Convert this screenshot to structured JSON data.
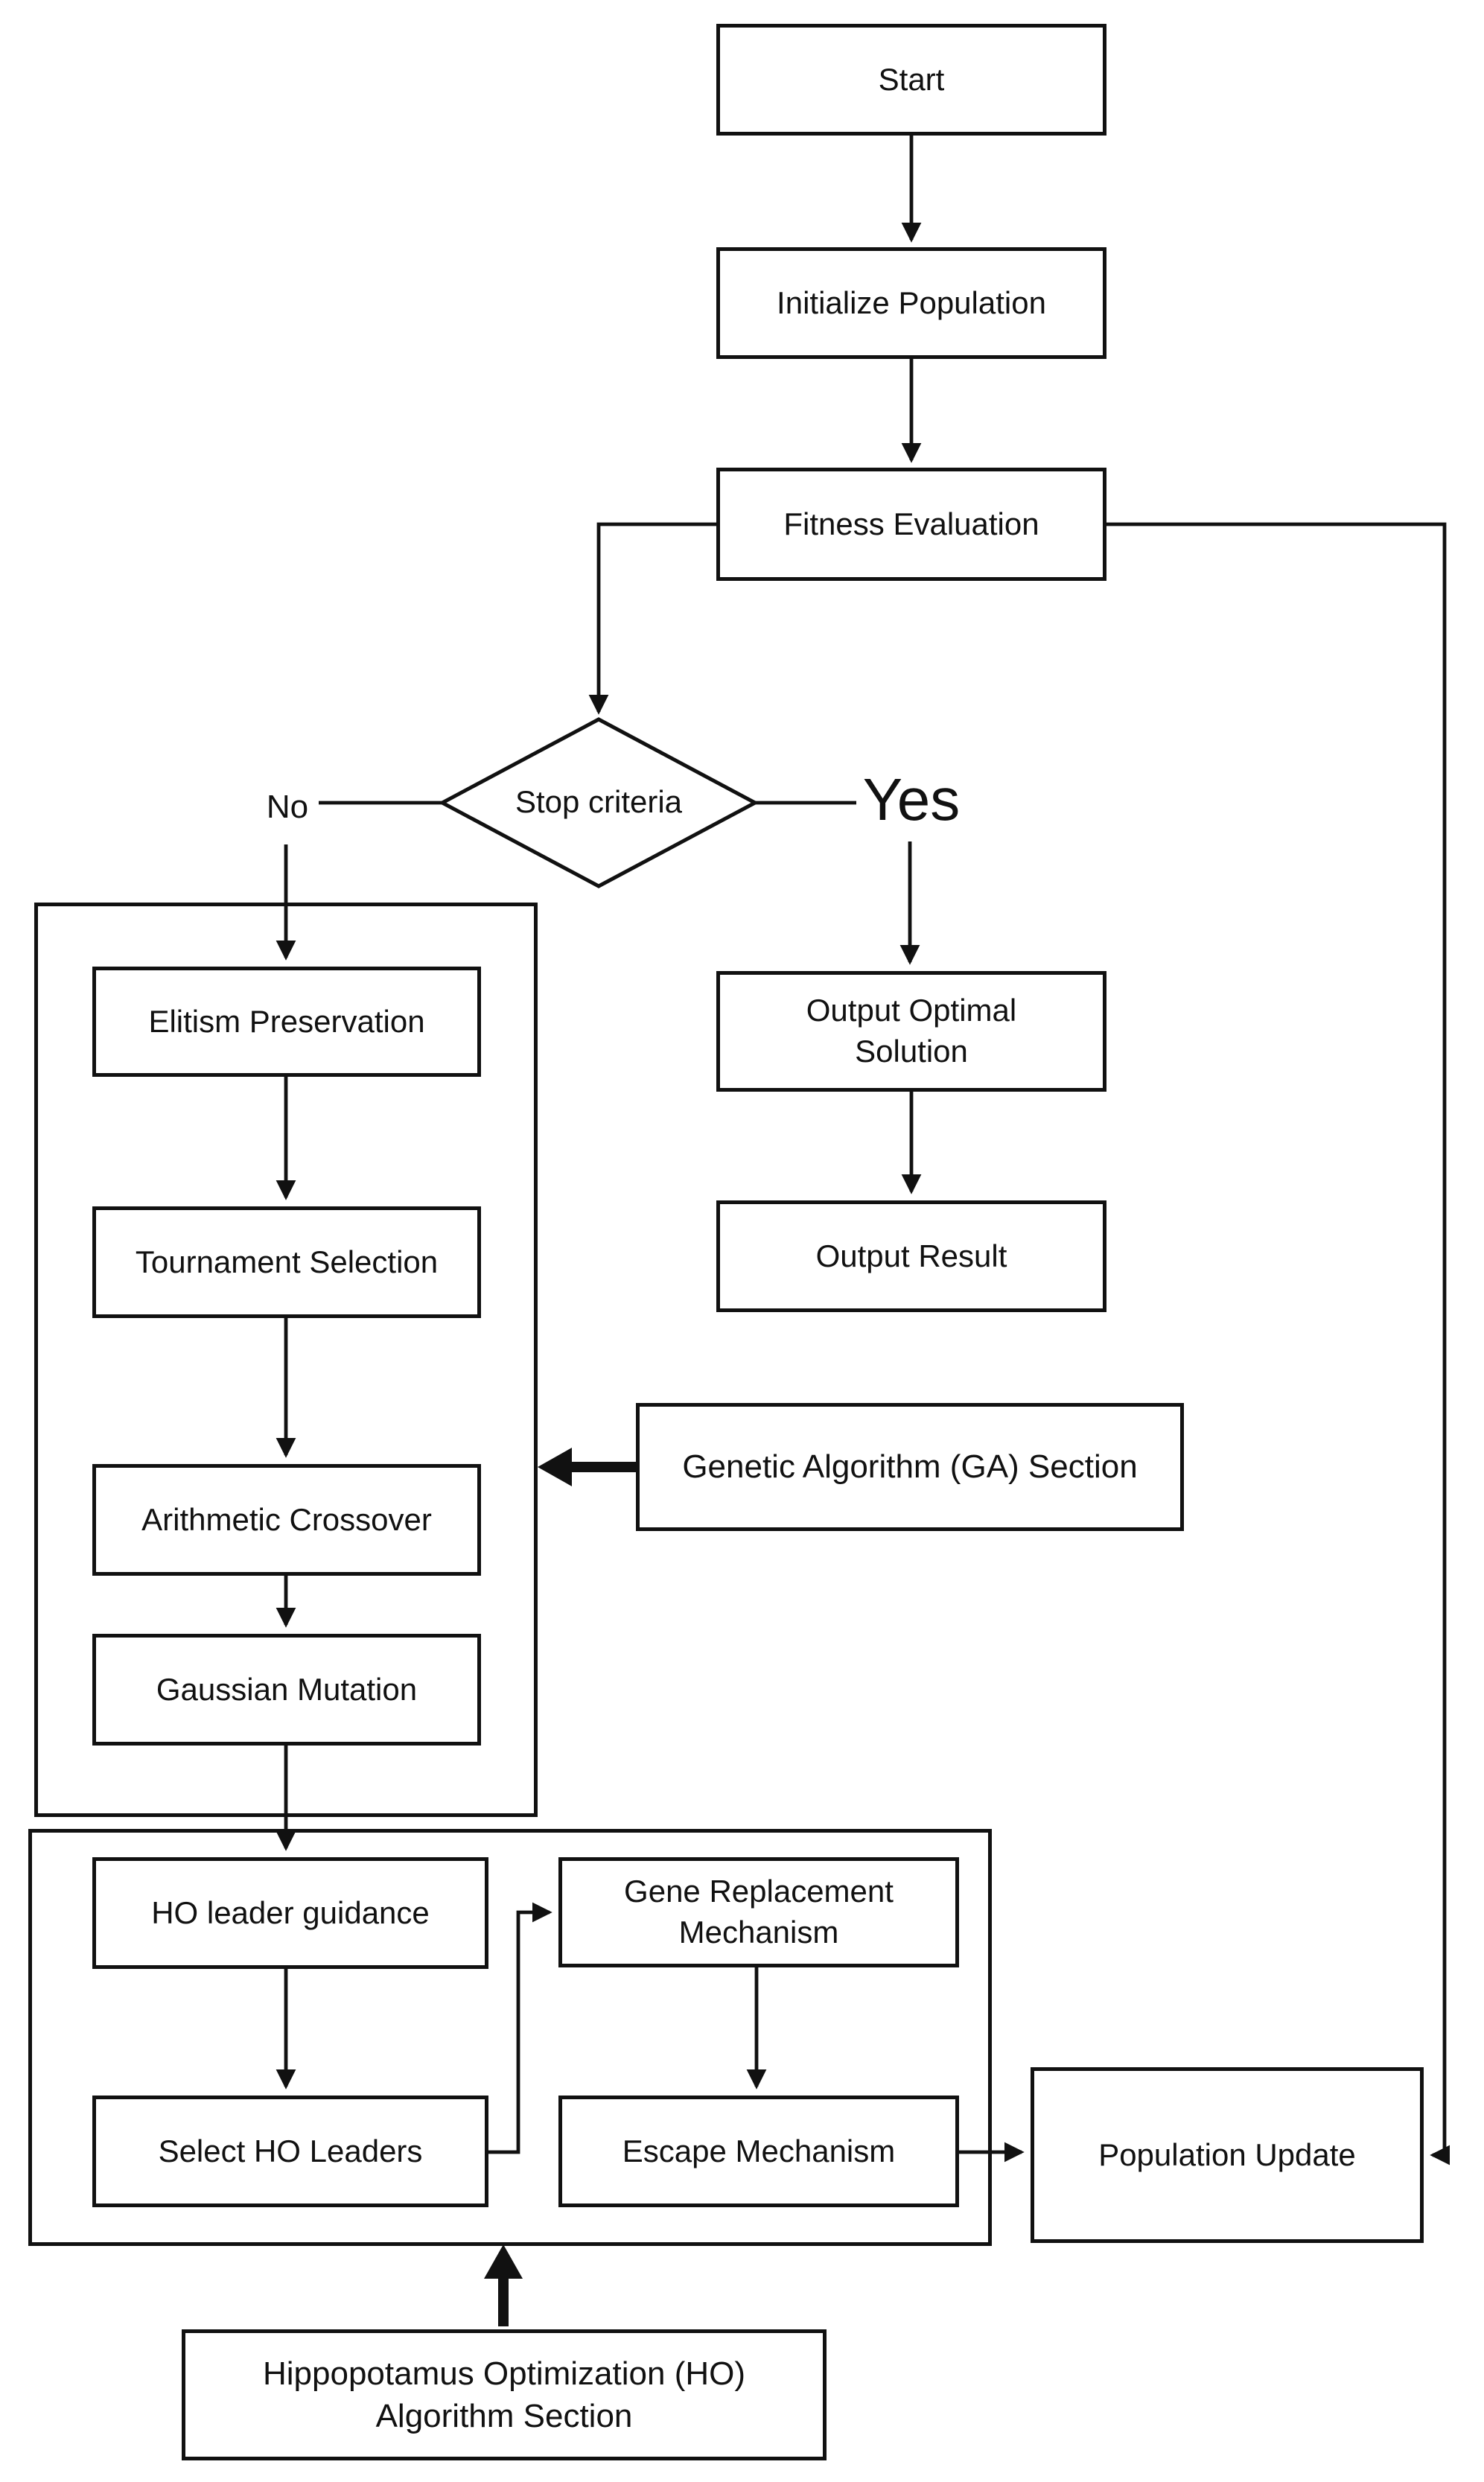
{
  "nodes": {
    "start": {
      "label": "Start"
    },
    "initialize_population": {
      "label": "Initialize Population"
    },
    "fitness_evaluation": {
      "label": "Fitness Evaluation"
    },
    "stop_criteria": {
      "label": "Stop criteria"
    },
    "output_optimal_solution": {
      "label": "Output Optimal\nSolution"
    },
    "output_result": {
      "label": "Output Result"
    },
    "elitism_preservation": {
      "label": "Elitism Preservation"
    },
    "tournament_selection": {
      "label": "Tournament Selection"
    },
    "arithmetic_crossover": {
      "label": "Arithmetic Crossover"
    },
    "gaussian_mutation": {
      "label": "Gaussian Mutation"
    },
    "ho_leader_guidance": {
      "label": "HO leader guidance"
    },
    "select_ho_leaders": {
      "label": "Select HO Leaders"
    },
    "gene_replacement_mechanism": {
      "label": "Gene Replacement\nMechanism"
    },
    "escape_mechanism": {
      "label": "Escape Mechanism"
    },
    "population_update": {
      "label": "Population Update"
    },
    "ga_section_label": {
      "label": "Genetic Algorithm (GA) Section"
    },
    "ho_section_label": {
      "label": "Hippopotamus Optimization (HO)\nAlgorithm Section"
    }
  },
  "edge_labels": {
    "no": "No",
    "yes": "Yes"
  },
  "colors": {
    "line": "#111111",
    "text": "#111111",
    "background": "#ffffff"
  }
}
